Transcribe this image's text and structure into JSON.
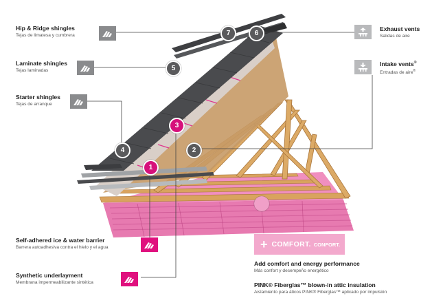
{
  "labels": {
    "hip_ridge": {
      "title": "Hip & Ridge shingles",
      "sub": "Tejas de limatesa y cumbrera"
    },
    "laminate": {
      "title": "Laminate shingles",
      "sub": "Tejas laminadas"
    },
    "starter": {
      "title": "Starter shingles",
      "sub": "Tejas de arranque"
    },
    "ice_water": {
      "title": "Self-adhered ice & water barrier",
      "sub": "Barrera autoadhesiva contra el hielo y el agua"
    },
    "underlayment": {
      "title": "Synthetic underlayment",
      "sub": "Membrana impermeabilizante sintética"
    },
    "exhaust": {
      "title": "Exhaust vents",
      "sub": "Salidas de aire"
    },
    "intake": {
      "title": "Intake vents",
      "sub": "Entradas de aire"
    },
    "comfort_perf": {
      "title": "Add comfort and energy performance",
      "sub": "Más confort y desempeño energético"
    },
    "pink": {
      "title": "PINK® Fiberglas™ blown-in attic insulation",
      "sub": "Aislamiento para áticos PINK® Fiberglas™ aplicado por impulsión"
    }
  },
  "reg_mark": "®",
  "badges": {
    "b1": "1",
    "b2": "2",
    "b3": "3",
    "b4": "4",
    "b5": "5",
    "b6": "6",
    "b7": "7"
  },
  "comfort_banner": {
    "plus": "+",
    "word": "COMFORT.",
    "word_es": "CONFORT."
  },
  "colors": {
    "pink": "#e0107e",
    "gray_icon": "#8a8b8d",
    "shingle": "#4a4b4e",
    "wood": "#d9a35e",
    "insulation": "#e77ab0",
    "badge_gray": "#5a5a5c"
  }
}
